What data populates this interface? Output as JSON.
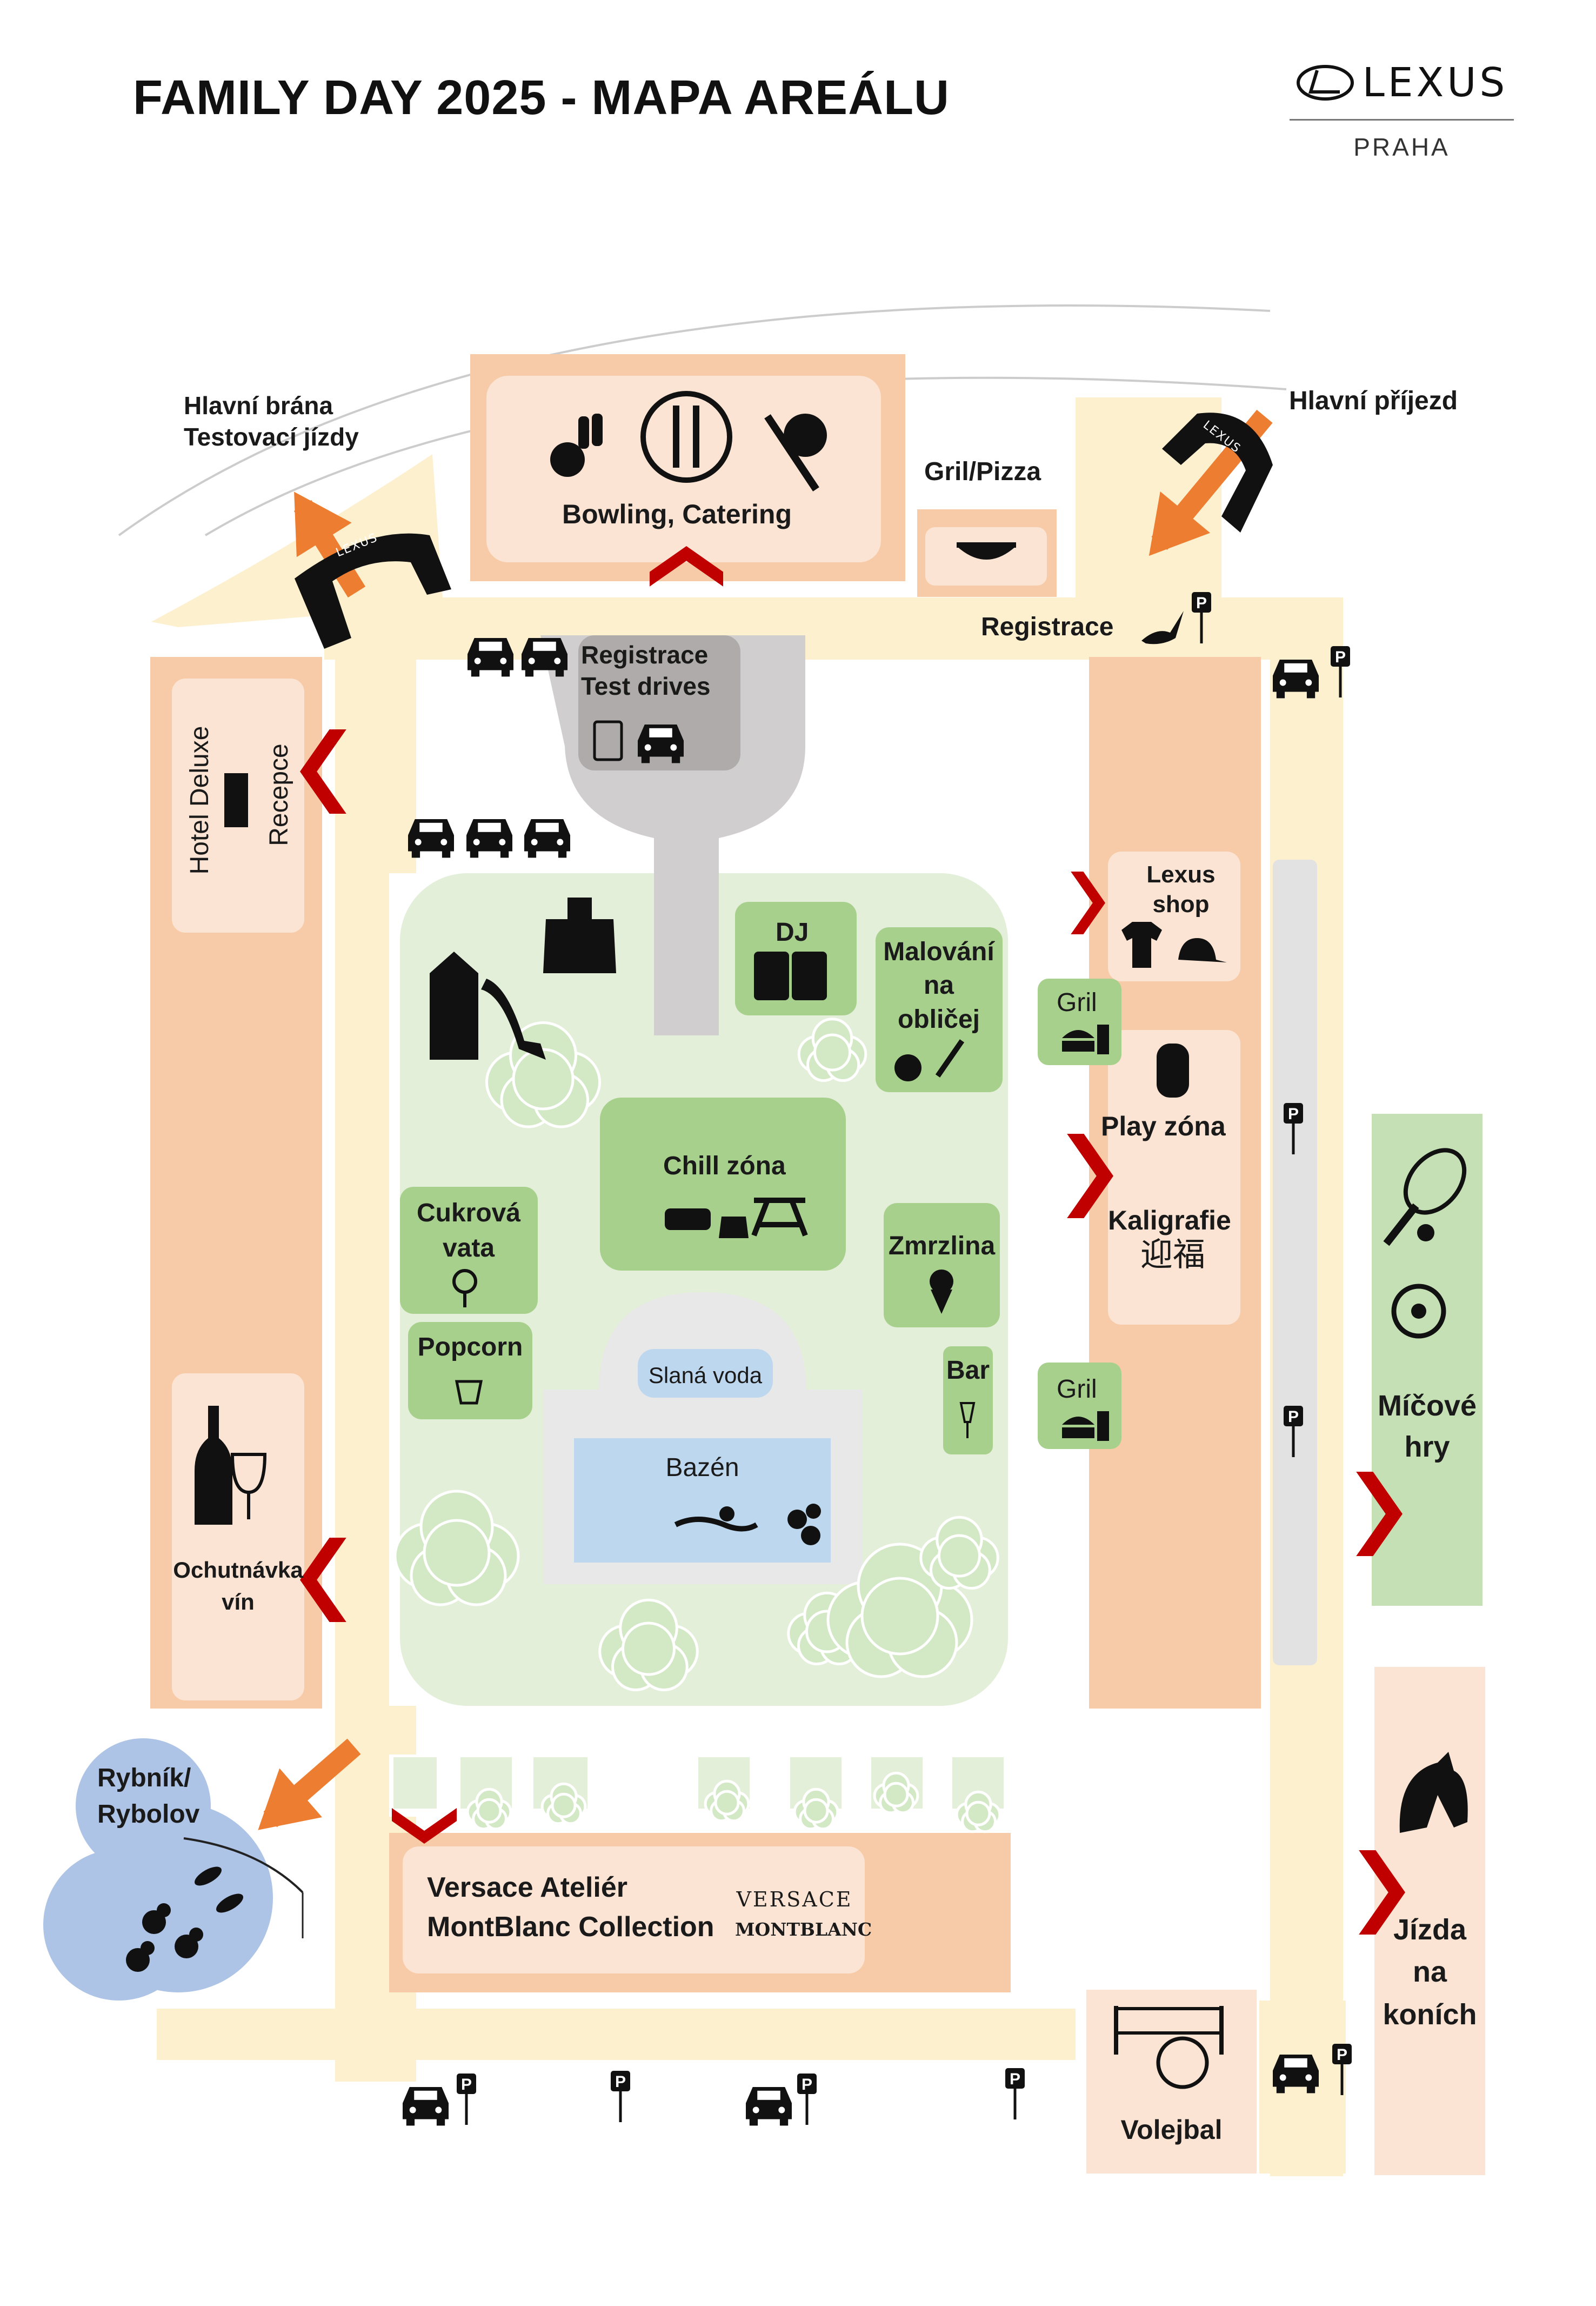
{
  "header": {
    "title": "FAMILY DAY 2025 - MAPA AREÁLU",
    "brand": "LEXUS",
    "city": "PRAHA"
  },
  "labels": {
    "main_gate": [
      "Hlavní brána",
      "Testovací jízdy"
    ],
    "main_entry": "Hlavní příjezd",
    "bowling": "Bowling, Catering",
    "grill_pizza": "Gril/Pizza",
    "registration": "Registrace",
    "reg_test": [
      "Registrace",
      "Test drives"
    ],
    "hotel": "Hotel Deluxe",
    "reception": "Recepce",
    "dj": "DJ",
    "face_paint": [
      "Malování",
      "na",
      "obličej"
    ],
    "lexus_shop": [
      "Lexus",
      "shop"
    ],
    "grill": "Gril",
    "play_zone": "Play zóna",
    "chill_zone": "Chill zóna",
    "calligraphy": "Kaligrafie",
    "calligraphy_chars": "迎福",
    "cotton_candy": [
      "Cukrová",
      "vata"
    ],
    "ice_cream": "Zmrzlina",
    "popcorn": "Popcorn",
    "salt_water": "Slaná voda",
    "bar": "Bar",
    "pool": "Bazén",
    "ball_games": [
      "Míčové",
      "hry"
    ],
    "wine_tasting": [
      "Ochutnávka",
      "vín"
    ],
    "pond": [
      "Rybník/",
      "Rybolov"
    ],
    "versace": [
      "Versace Ateliér",
      "MontBlanc Collection"
    ],
    "versace_logo": "VERSACE",
    "montblanc_logo": "MONTBLANC",
    "horse_riding": [
      "Jízda",
      "na",
      "koních"
    ],
    "volleyball": "Volejbal",
    "parking": "P",
    "gate_brand": "LEXUS"
  },
  "colors": {
    "road": "#FDF0CF",
    "peach": "#F7CBA8",
    "peach_light": "#FBE4D3",
    "light_green": "#E3EFD9",
    "mid_green": "#A8D08D",
    "bush": "#D3E8C5",
    "grey": "#D0CECE",
    "dark_grey": "#AFABAB",
    "pool_blue": "#BDD7EE",
    "pond_blue": "#ADC4E6",
    "ball_green": "#C5E0B4",
    "chevron_red": "#C00000",
    "arrow_orange": "#ED7D31",
    "text": "#1a1a1a"
  }
}
